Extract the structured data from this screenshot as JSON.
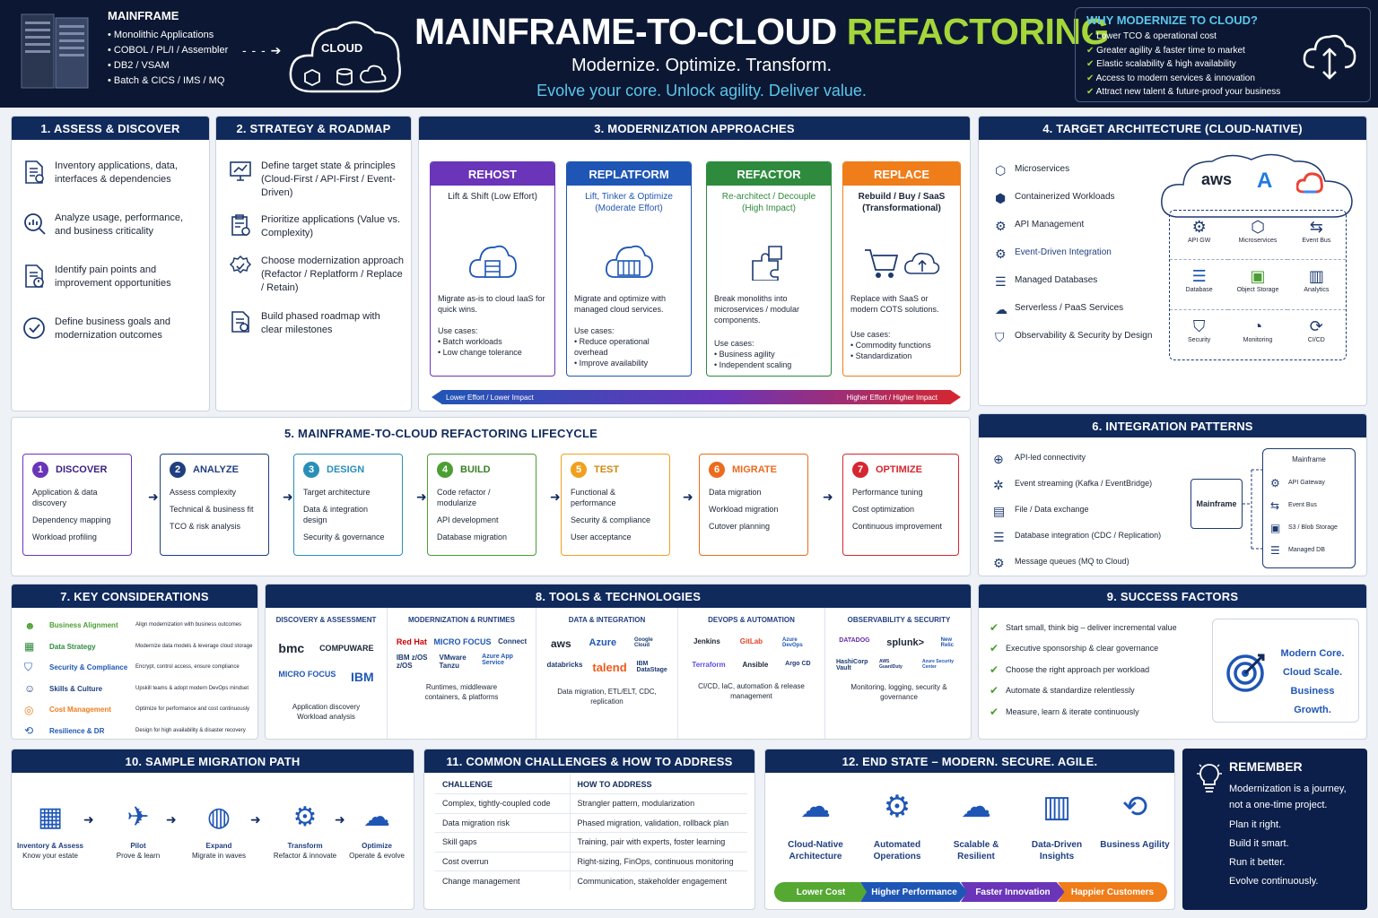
{
  "header": {
    "mainframe": {
      "title": "MAINFRAME",
      "items": [
        "Monolithic Applications",
        "COBOL / PL/I / Assembler",
        "DB2 / VSAM",
        "Batch & CICS / IMS / MQ"
      ]
    },
    "cloud_label": "CLOUD",
    "title_part1": "MAINFRAME-TO-CLOUD",
    "title_part2": "REFACTORING",
    "tagline": "Modernize. Optimize. Transform.",
    "subtagline": "Evolve your core. Unlock agility. Deliver value.",
    "why": {
      "title": "WHY MODERNIZE TO CLOUD?",
      "items": [
        "Lower TCO & operational cost",
        "Greater agility & faster time to market",
        "Elastic scalability & high availability",
        "Access to modern services & innovation",
        "Attract new talent & future-proof your business"
      ]
    },
    "accent": "#a5d63a"
  },
  "assess": {
    "title": "1. ASSESS & DISCOVER",
    "items": [
      {
        "icon": "document-search-icon",
        "text": "Inventory applications, data, interfaces & dependencies"
      },
      {
        "icon": "magnifier-chart-icon",
        "text": "Analyze usage, performance, and business criticality"
      },
      {
        "icon": "document-alert-icon",
        "text": "Identify pain points and improvement opportunities"
      },
      {
        "icon": "check-circle-icon",
        "text": "Define business goals and modernization outcomes"
      }
    ]
  },
  "strategy": {
    "title": "2. STRATEGY & ROADMAP",
    "items": [
      {
        "icon": "monitor-icon",
        "text": "Define target state & principles (Cloud-First / API-First / Event-Driven)"
      },
      {
        "icon": "clipboard-icon",
        "text": "Prioritize applications (Value vs. Complexity)"
      },
      {
        "icon": "gear-check-icon",
        "text": "Choose modernization approach (Refactor / Replatform / Replace / Retain)"
      },
      {
        "icon": "roadmap-document-icon",
        "text": "Build phased roadmap with clear milestones"
      }
    ]
  },
  "approaches": {
    "title": "3. MODERNIZATION APPROACHES",
    "cards": [
      {
        "name": "REHOST",
        "color": "#6a35b8",
        "sub": "Lift & Shift (Low Effort)",
        "icon": "cloud-server-icon",
        "desc": "Migrate as-is to cloud IaaS for quick wins.",
        "use_label": "Use cases:",
        "uses": [
          "Batch workloads",
          "Low change tolerance"
        ]
      },
      {
        "name": "REPLATFORM",
        "color": "#1f56b5",
        "sub": "Lift, Tinker & Optimize (Moderate Effort)",
        "icon": "cloud-rack-icon",
        "desc": "Migrate and optimize with managed cloud services.",
        "use_label": "Use cases:",
        "uses": [
          "Reduce operational overhead",
          "Improve availability"
        ]
      },
      {
        "name": "REFACTOR",
        "color": "#2e8b3e",
        "sub": "Re-architect / Decouple (High Impact)",
        "icon": "puzzle-icon",
        "desc": "Break monoliths into microservices / modular components.",
        "use_label": "Use cases:",
        "uses": [
          "Business agility",
          "Independent scaling"
        ]
      },
      {
        "name": "REPLACE",
        "color": "#ef7d1a",
        "sub": "Rebuild / Buy / SaaS (Transformational)",
        "icon": "cart-cloud-icon",
        "desc": "Replace with SaaS or modern COTS solutions.",
        "use_label": "Use cases:",
        "uses": [
          "Commodity functions",
          "Standardization"
        ]
      }
    ],
    "scale_left": "Lower Effort / Lower Impact",
    "scale_right": "Higher Effort / Higher Impact"
  },
  "target": {
    "title": "4. TARGET ARCHITECTURE (CLOUD-NATIVE)",
    "items": [
      {
        "icon": "cube-icon",
        "text": "Microservices"
      },
      {
        "icon": "container-icon",
        "text": "Containerized Workloads"
      },
      {
        "icon": "api-icon",
        "text": "API Management"
      },
      {
        "icon": "event-icon",
        "text": "Event-Driven Integration"
      },
      {
        "icon": "database-icon",
        "text": "Managed Databases"
      },
      {
        "icon": "cloud-icon",
        "text": "Serverless / PaaS Services"
      },
      {
        "icon": "shield-icon",
        "text": "Observability & Security by Design"
      }
    ],
    "providers": [
      "aws",
      "A"
    ],
    "grid": [
      {
        "icon": "api-gateway-icon",
        "label": "API GW"
      },
      {
        "icon": "microservices-icon",
        "label": "Microservices"
      },
      {
        "icon": "event-bus-icon",
        "label": "Event Bus"
      },
      {
        "icon": "database-icon",
        "label": "Database"
      },
      {
        "icon": "bucket-icon",
        "label": "Object Storage"
      },
      {
        "icon": "analytics-icon",
        "label": "Analytics"
      },
      {
        "icon": "shield-icon",
        "label": "Security"
      },
      {
        "icon": "gauge-icon",
        "label": "Monitoring"
      },
      {
        "icon": "cicd-icon",
        "label": "CI/CD"
      }
    ]
  },
  "lifecycle": {
    "title": "5. MAINFRAME-TO-CLOUD REFACTORING LIFECYCLE",
    "steps": [
      {
        "n": "1",
        "name": "DISCOVER",
        "color": "#6a35b8",
        "items": [
          "Application & data discovery",
          "Dependency mapping",
          "Workload profiling"
        ]
      },
      {
        "n": "2",
        "name": "ANALYZE",
        "color": "#1f3f80",
        "items": [
          "Assess complexity",
          "Technical & business fit",
          "TCO & risk analysis"
        ]
      },
      {
        "n": "3",
        "name": "DESIGN",
        "color": "#2a8fb8",
        "items": [
          "Target architecture",
          "Data & integration design",
          "Security & governance"
        ]
      },
      {
        "n": "4",
        "name": "BUILD",
        "color": "#4c9e32",
        "items": [
          "Code refactor / modularize",
          "API development",
          "Database migration"
        ]
      },
      {
        "n": "5",
        "name": "TEST",
        "color": "#f0a020",
        "items": [
          "Functional & performance",
          "Security & compliance",
          "User acceptance"
        ]
      },
      {
        "n": "6",
        "name": "MIGRATE",
        "color": "#ec6b1d",
        "items": [
          "Data migration",
          "Workload migration",
          "Cutover planning"
        ]
      },
      {
        "n": "7",
        "name": "OPTIMIZE",
        "color": "#d6262f",
        "items": [
          "Performance tuning",
          "Cost optimization",
          "Continuous improvement"
        ]
      }
    ]
  },
  "integration": {
    "title": "6. INTEGRATION PATTERNS",
    "items": [
      {
        "icon": "connectivity-icon",
        "text": "API-led connectivity"
      },
      {
        "icon": "stream-icon",
        "text": "Event streaming (Kafka / EventBridge)"
      },
      {
        "icon": "file-icon",
        "text": "File / Data exchange"
      },
      {
        "icon": "database-icon",
        "text": "Database integration (CDC / Replication)"
      },
      {
        "icon": "queue-icon",
        "text": "Message queues (MQ to Cloud)"
      }
    ],
    "mainframe_box": "Mainframe",
    "stack_title": "Mainframe",
    "stack": [
      {
        "icon": "api-gateway-icon",
        "text": "API Gateway"
      },
      {
        "icon": "event-bus-icon",
        "text": "Event Bus"
      },
      {
        "icon": "storage-icon",
        "text": "S3 / Blob Storage"
      },
      {
        "icon": "database-icon",
        "text": "Managed DB"
      }
    ]
  },
  "considerations": {
    "title": "7. KEY CONSIDERATIONS",
    "items": [
      {
        "icon": "people-icon",
        "name": "Business Alignment",
        "desc": "Align modernization with business outcomes",
        "color": "#4c9e32"
      },
      {
        "icon": "data-icon",
        "name": "Data Strategy",
        "desc": "Modernize data models & leverage cloud storage",
        "color": "#2e8b3e"
      },
      {
        "icon": "shield-icon",
        "name": "Security & Compliance",
        "desc": "Encrypt, control access, ensure compliance",
        "color": "#1f56b5"
      },
      {
        "icon": "person-icon",
        "name": "Skills & Culture",
        "desc": "Upskill teams & adopt modern DevOps mindset",
        "color": "#1f3f80"
      },
      {
        "icon": "coins-icon",
        "name": "Cost Management",
        "desc": "Optimize for performance and cost continuously",
        "color": "#ef7d1a"
      },
      {
        "icon": "resilience-icon",
        "name": "Resilience & DR",
        "desc": "Design for high availability & disaster recovery",
        "color": "#1f56b5"
      }
    ]
  },
  "tools": {
    "title": "8. TOOLS & TECHNOLOGIES",
    "cols": [
      {
        "title": "DISCOVERY & ASSESSMENT",
        "logos": [
          "bmc",
          "COMPUWARE",
          "MICRO FOCUS",
          "IBM"
        ],
        "caption": "Application discovery Workload analysis"
      },
      {
        "title": "MODERNIZATION & RUNTIMES",
        "logos": [
          "Red Hat",
          "MICRO FOCUS",
          "Connect",
          "IBM z/OS z/OS",
          "VMware Tanzu",
          "Azure App Service"
        ],
        "caption": "Runtimes, middleware containers, & platforms"
      },
      {
        "title": "DATA & INTEGRATION",
        "logos": [
          "aws",
          "Azure",
          "Google Cloud",
          "databricks",
          "talend",
          "IBM DataStage"
        ],
        "caption": "Data migration, ETL/ELT, CDC, replication"
      },
      {
        "title": "DEVOPS & AUTOMATION",
        "logos": [
          "Jenkins",
          "GitLab",
          "Azure DevOps",
          "Terraform",
          "Ansible",
          "Argo CD"
        ],
        "caption": "CI/CD, IaC, automation & release management"
      },
      {
        "title": "OBSERVABILITY & SECURITY",
        "logos": [
          "DATADOG",
          "splunk>",
          "New Relic",
          "HashiCorp Vault",
          "AWS GuardDuty",
          "Azure Security Center"
        ],
        "caption": "Monitoring, logging, security & governance"
      }
    ]
  },
  "success": {
    "title": "9. SUCCESS FACTORS",
    "items": [
      "Start small, think big – deliver incremental value",
      "Executive sponsorship & clear governance",
      "Choose the right approach per workload",
      "Automate & standardize relentlessly",
      "Measure, learn & iterate continuously"
    ],
    "callout": [
      "Modern Core.",
      "Cloud Scale.",
      "Business Growth."
    ]
  },
  "migration": {
    "title": "10. SAMPLE MIGRATION PATH",
    "steps": [
      {
        "icon": "inventory-icon",
        "name": "Inventory & Assess",
        "sub": "Know your estate"
      },
      {
        "icon": "rocket-icon",
        "name": "Pilot",
        "sub": "Prove & learn"
      },
      {
        "icon": "globe-icon",
        "name": "Expand",
        "sub": "Migrate in waves"
      },
      {
        "icon": "gear-icon",
        "name": "Transform",
        "sub": "Refactor & innovate"
      },
      {
        "icon": "cloud-gear-icon",
        "name": "Optimize",
        "sub": "Operate & evolve"
      }
    ]
  },
  "challenges": {
    "title": "11. COMMON CHALLENGES & HOW TO ADDRESS",
    "col1": "CHALLENGE",
    "col2": "HOW TO ADDRESS",
    "rows": [
      [
        "Complex, tightly-coupled code",
        "Strangler pattern, modularization"
      ],
      [
        "Data migration risk",
        "Phased migration, validation, rollback plan"
      ],
      [
        "Skill gaps",
        "Training, pair with experts, foster learning"
      ],
      [
        "Cost overrun",
        "Right-sizing, FinOps, continuous monitoring"
      ],
      [
        "Change management",
        "Communication, stakeholder engagement"
      ]
    ]
  },
  "endstate": {
    "title": "12. END STATE – MODERN. SECURE. AGILE.",
    "items": [
      {
        "icon": "cloud-arrows-icon",
        "text": "Cloud-Native Architecture"
      },
      {
        "icon": "gears-icon",
        "text": "Automated Operations"
      },
      {
        "icon": "cloud-scale-icon",
        "text": "Scalable & Resilient"
      },
      {
        "icon": "bar-chart-icon",
        "text": "Data-Driven Insights"
      },
      {
        "icon": "agility-icon",
        "text": "Business Agility"
      }
    ],
    "pills": [
      {
        "text": "Lower Cost",
        "color": "#55a832"
      },
      {
        "text": "Higher Performance",
        "color": "#1f56b5"
      },
      {
        "text": "Faster Innovation",
        "color": "#6a35b8"
      },
      {
        "text": "Happier Customers",
        "color": "#ef7d1a"
      }
    ]
  },
  "remember": {
    "title": "REMEMBER",
    "lines": [
      "Modernization is a journey, not a one-time project.",
      "Plan it right.",
      "Build it smart.",
      "Run it better.",
      "Evolve continuously."
    ]
  }
}
